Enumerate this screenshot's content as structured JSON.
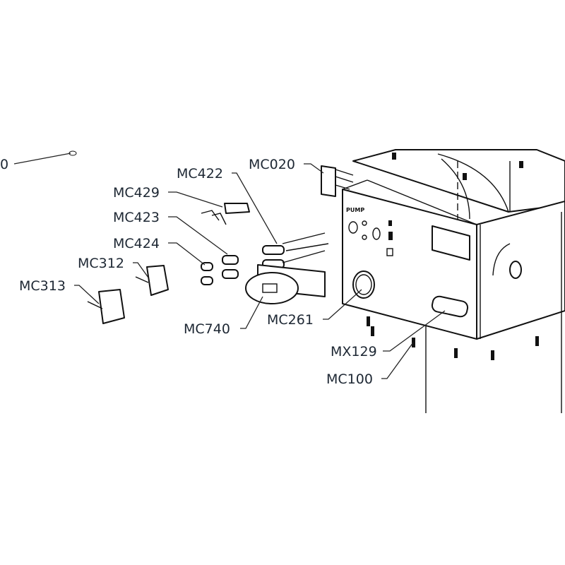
{
  "diagram": {
    "panel_text": "PUMP",
    "labels": {
      "partial": "0",
      "mc422": "MC422",
      "mc020": "MC020",
      "mc429": "MC429",
      "mc423": "MC423",
      "mc424": "MC424",
      "mc312": "MC312",
      "mc313": "MC313",
      "mc740": "MC740",
      "mc261": "MC261",
      "mx129": "MX129",
      "mc100": "MC100"
    }
  }
}
